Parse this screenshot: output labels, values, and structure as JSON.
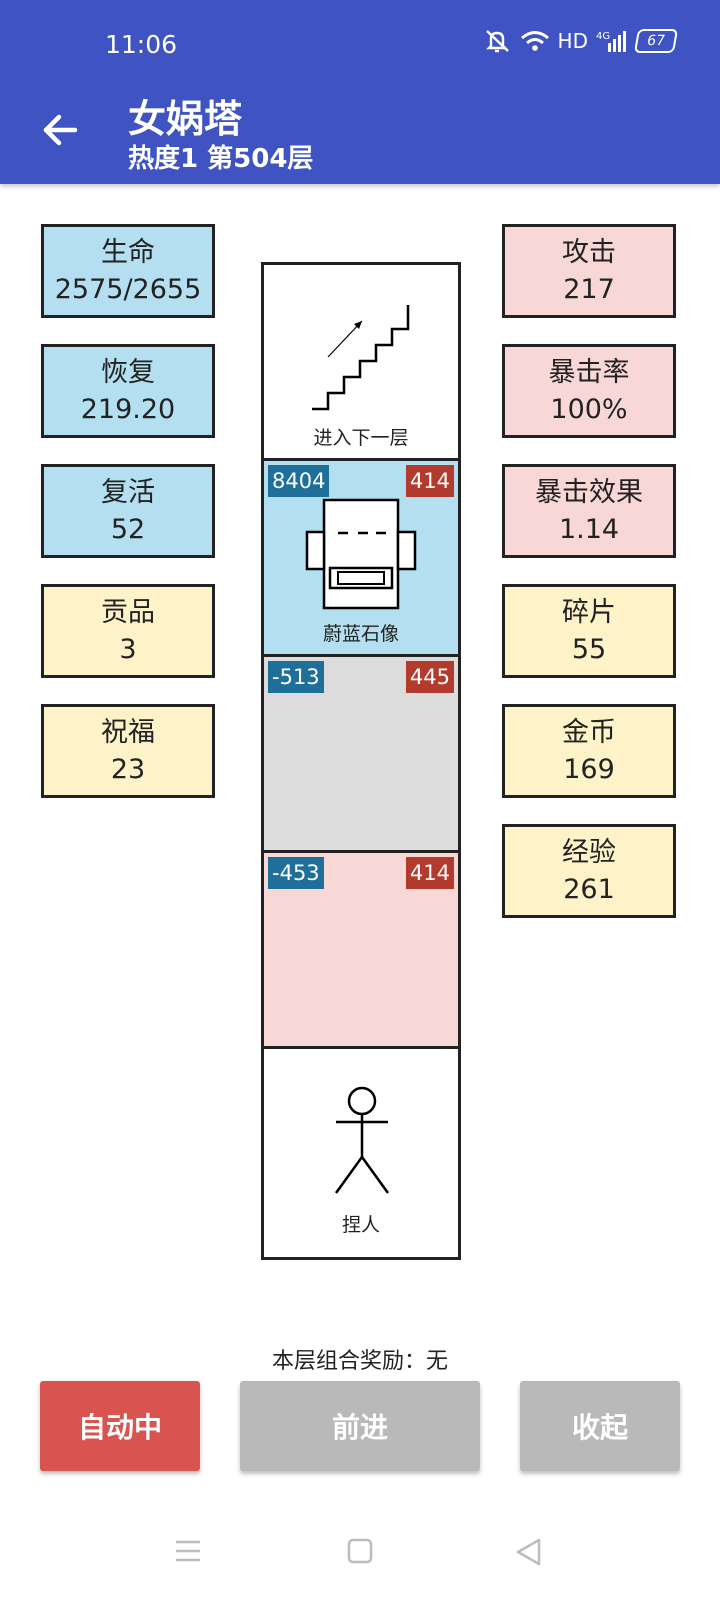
{
  "status": {
    "time": "11:06",
    "network": "HD",
    "battery": "67"
  },
  "header": {
    "title": "女娲塔",
    "subtitle": "热度1 第504层"
  },
  "left_stats": [
    {
      "label": "生命",
      "value": "2575/2655"
    },
    {
      "label": "恢复",
      "value": "219.20"
    },
    {
      "label": "复活",
      "value": "52"
    },
    {
      "label": "贡品",
      "value": "3"
    },
    {
      "label": "祝福",
      "value": "23"
    }
  ],
  "right_stats": [
    {
      "label": "攻击",
      "value": "217"
    },
    {
      "label": "暴击率",
      "value": "100%"
    },
    {
      "label": "暴击效果",
      "value": "1.14"
    },
    {
      "label": "碎片",
      "value": "55"
    },
    {
      "label": "金币",
      "value": "169"
    },
    {
      "label": "经验",
      "value": "261"
    }
  ],
  "tower": {
    "stairs_label": "进入下一层",
    "enemy1": {
      "name": "蔚蓝石像",
      "hp": "8404",
      "atk": "414"
    },
    "enemy2": {
      "hp": "-513",
      "atk": "445"
    },
    "enemy3": {
      "hp": "-453",
      "atk": "414"
    },
    "player_label": "捏人"
  },
  "reward_text": "本层组合奖励：无",
  "buttons": {
    "auto": "自动中",
    "forward": "前进",
    "collapse": "收起"
  },
  "colors": {
    "header": "#3f54c2",
    "stat_blue": "#b3dff0",
    "stat_pink": "#f8d8d6",
    "stat_yellow": "#fdf2c8",
    "auto_button": "#d9534f",
    "disabled_button": "#b9b9b9"
  }
}
